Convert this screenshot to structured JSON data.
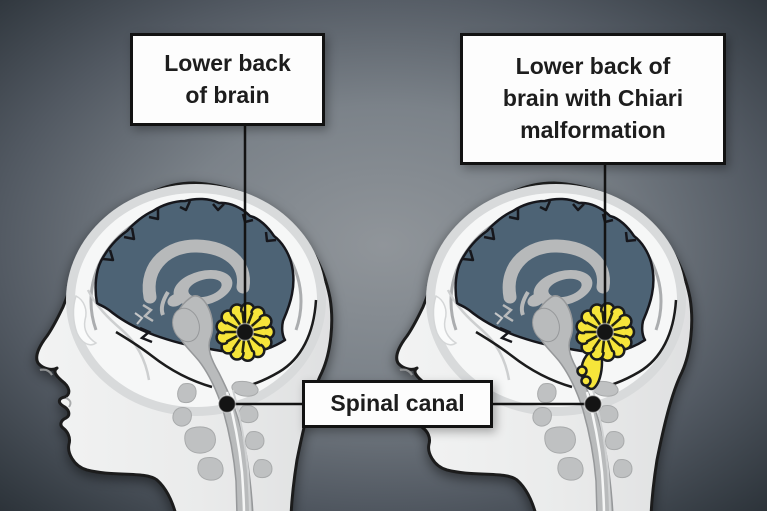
{
  "callouts": {
    "lower_back_normal": {
      "lines": [
        "Lower back",
        "of brain"
      ]
    },
    "lower_back_chiari": {
      "lines": [
        "Lower back of",
        "brain with Chiari",
        "malformation"
      ]
    },
    "spinal_canal": {
      "lines": [
        "Spinal canal"
      ]
    }
  },
  "colors": {
    "background_center": "#90959a",
    "background_edge": "#23292f",
    "head_fill": "#eceded",
    "scalp_band": "#d8dadb",
    "skull_white": "#f6f7f7",
    "brain_slate": "#4e6375",
    "outline_black": "#1b1d1f",
    "internal_gray": "#b7b9ba",
    "vertebra_gray": "#bfc1c2",
    "cerebellum_yellow": "#f6e53a",
    "cerebellum_lines": "#23250f",
    "label_background": "#fdfdfd",
    "label_border": "#121212",
    "label_text": "#1d1d1d",
    "leader_line": "#131313",
    "marker_dot": "#141414"
  },
  "icons": {
    "marker_dot": "filled-circle-marker"
  }
}
